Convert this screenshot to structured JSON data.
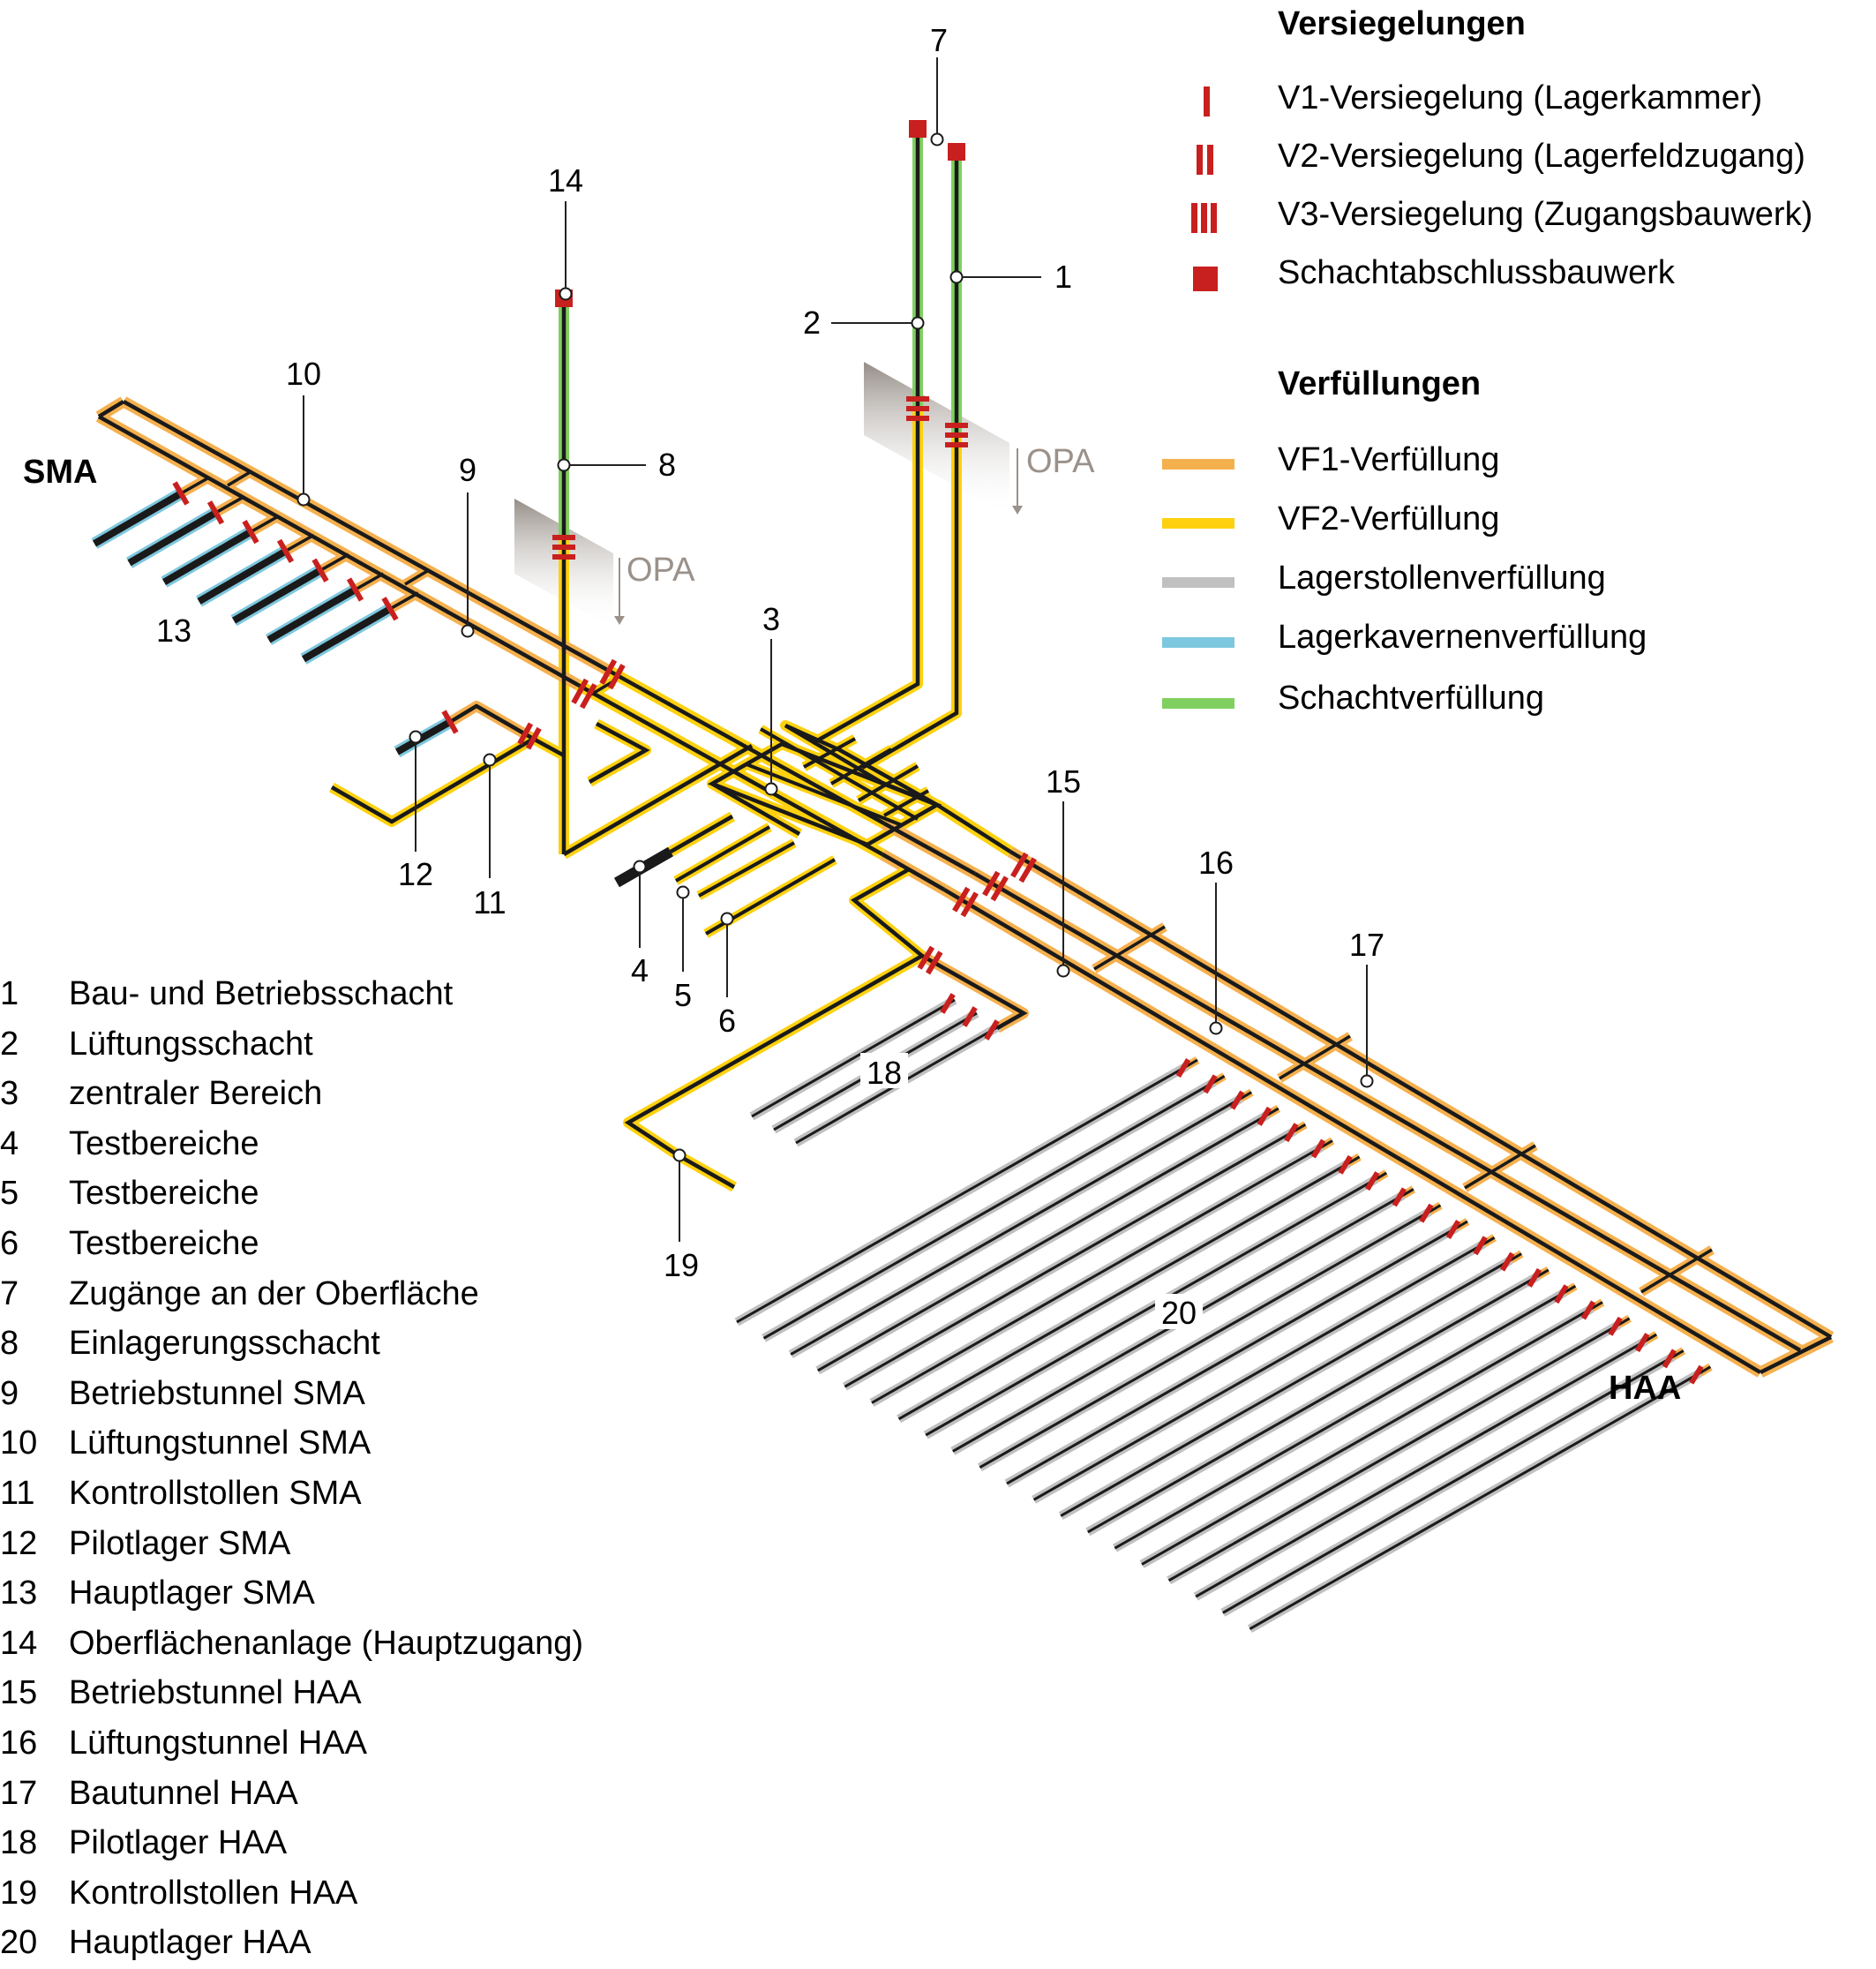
{
  "legend": {
    "seals_title": "Versiegelungen",
    "seals": [
      {
        "symbol": "I",
        "icon": "single-bar-seal-icon",
        "label": "V1-Versiegelung (Lagerkammer)"
      },
      {
        "symbol": "II",
        "icon": "double-bar-seal-icon",
        "label": "V2-Versiegelung (Lagerfeldzugang)"
      },
      {
        "symbol": "III",
        "icon": "triple-bar-seal-icon",
        "label": "V3-Versiegelung (Zugangsbauwerk)"
      },
      {
        "symbol": "square",
        "icon": "red-square-icon",
        "label": "Schachtabschlussbauwerk"
      }
    ],
    "fills_title": "Verfüllungen",
    "fills": [
      {
        "label": "VF1-Verfüllung",
        "color": "#f5b04e"
      },
      {
        "label": "VF2-Verfüllung",
        "color": "#fdd10f"
      },
      {
        "label": "Lagerstollenverfüllung",
        "color": "#c0c0c0"
      },
      {
        "label": "Lagerkavernenverfüllung",
        "color": "#7ec8df"
      },
      {
        "label": "Schachtverfüllung",
        "color": "#80d060"
      }
    ]
  },
  "colors": {
    "seal": "#c8201e",
    "tunnel_core": "#1a1a1a",
    "opa": "#9a918a"
  },
  "regions": {
    "sma": "SMA",
    "haa": "HAA",
    "opa": "OPA"
  },
  "callouts": [
    "1",
    "2",
    "3",
    "4",
    "5",
    "6",
    "7",
    "8",
    "9",
    "10",
    "11",
    "12",
    "13",
    "14",
    "15",
    "16",
    "17",
    "18",
    "19",
    "20"
  ],
  "key": [
    {
      "num": "1",
      "label": "Bau- und Betriebsschacht"
    },
    {
      "num": "2",
      "label": "Lüftungsschacht"
    },
    {
      "num": "3",
      "label": "zentraler Bereich"
    },
    {
      "num": "4",
      "label": "Testbereiche"
    },
    {
      "num": "5",
      "label": "Testbereiche"
    },
    {
      "num": "6",
      "label": "Testbereiche"
    },
    {
      "num": "7",
      "label": "Zugänge an der Oberfläche"
    },
    {
      "num": "8",
      "label": "Einlagerungsschacht"
    },
    {
      "num": "9",
      "label": "Betriebstunnel SMA"
    },
    {
      "num": "10",
      "label": "Lüftungstunnel SMA"
    },
    {
      "num": "11",
      "label": "Kontrollstollen SMA"
    },
    {
      "num": "12",
      "label": "Pilotlager SMA"
    },
    {
      "num": "13",
      "label": "Hauptlager SMA"
    },
    {
      "num": "14",
      "label": "Oberflächenanlage (Hauptzugang)"
    },
    {
      "num": "15",
      "label": "Betriebstunnel HAA"
    },
    {
      "num": "16",
      "label": "Lüftungstunnel HAA"
    },
    {
      "num": "17",
      "label": "Bautunnel HAA"
    },
    {
      "num": "18",
      "label": "Pilotlager HAA"
    },
    {
      "num": "19",
      "label": "Kontrollstollen HAA"
    },
    {
      "num": "20",
      "label": "Hauptlager HAA"
    }
  ],
  "counts": {
    "sma_caverns": 7,
    "haa_pilot_tunnels": 3,
    "haa_main_tunnels": 20
  }
}
